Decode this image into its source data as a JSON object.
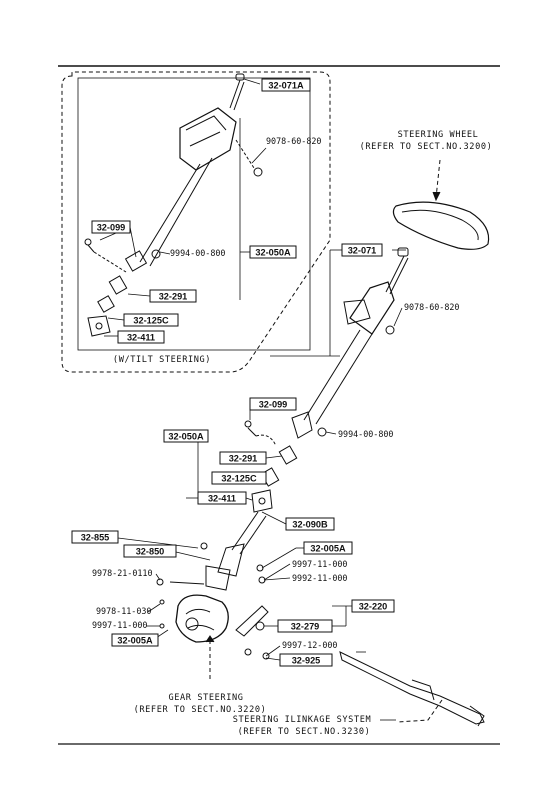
{
  "captions": {
    "steering_wheel_line1": "STEERING WHEEL",
    "steering_wheel_line2": "(REFER TO SECT.NO.3200)",
    "tilt_note": "(W/TILT STEERING)",
    "gear_line1": "GEAR STEERING",
    "gear_line2": "(REFER TO SECT.NO.3220)",
    "linkage_line1": "STEERING ILINKAGE SYSTEM",
    "linkage_line2": "(REFER TO SECT.NO.3230)"
  },
  "boxed_parts": {
    "p32_071A": "32-071A",
    "p32_099_tilt": "32-099",
    "p32_050A_tilt": "32-050A",
    "p32_291_tilt": "32-291",
    "p32_125C_tilt": "32-125C",
    "p32_411_tilt": "32-411",
    "p32_071": "32-071",
    "p32_099": "32-099",
    "p32_050A": "32-050A",
    "p32_291": "32-291",
    "p32_125C": "32-125C",
    "p32_411": "32-411",
    "p32_090B": "32-090B",
    "p32_855": "32-855",
    "p32_850": "32-850",
    "p32_005A_right": "32-005A",
    "p32_220": "32-220",
    "p32_279": "32-279",
    "p32_005A_left": "32-005A",
    "p32_925": "32-925"
  },
  "part_numbers": {
    "n9078_60_820_tilt": "9078-60-820",
    "n9994_00_800_tilt": "9994-00-800",
    "n9078_60_820": "9078-60-820",
    "n9994_00_800": "9994-00-800",
    "n9997_11_000_right": "9997-11-000",
    "n9992_11_000": "9992-11-000",
    "n9978_21_0110": "9978-21-0110",
    "n9978_11_030": "9978-11-030",
    "n9997_11_000_left": "9997-11-000",
    "n9997_12_000": "9997-12-000"
  }
}
